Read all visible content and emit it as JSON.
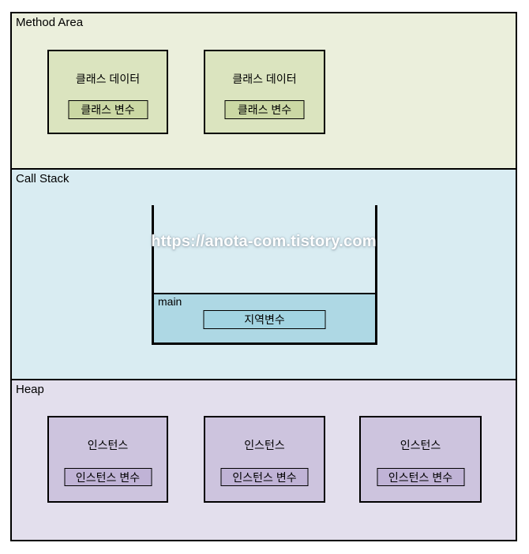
{
  "watermark": {
    "text": "https://anota-com.tistory.com"
  },
  "colors": {
    "method_area_bg": "#ebefdc",
    "class_box_bg": "#dbe4bf",
    "class_var_bg": "#cbd8a4",
    "call_stack_bg": "#d9ecf2",
    "main_frame_bg": "#aed8e4",
    "local_var_bg": "#a2d4e2",
    "heap_bg": "#e3dfed",
    "instance_box_bg": "#cdc4de",
    "instance_var_bg": "#c0b3d6",
    "border": "#000000"
  },
  "sections": {
    "method_area": {
      "label": "Method Area",
      "boxes": [
        {
          "title": "클래스 데이터",
          "variable": "클래스 변수"
        },
        {
          "title": "클래스 데이터",
          "variable": "클래스 변수"
        }
      ]
    },
    "call_stack": {
      "label": "Call Stack",
      "frames": [
        {
          "name": "main",
          "variable": "지역변수"
        }
      ]
    },
    "heap": {
      "label": "Heap",
      "boxes": [
        {
          "title": "인스턴스",
          "variable": "인스턴스 변수"
        },
        {
          "title": "인스턴스",
          "variable": "인스턴스 변수"
        },
        {
          "title": "인스턴스",
          "variable": "인스턴스 변수"
        }
      ]
    }
  }
}
